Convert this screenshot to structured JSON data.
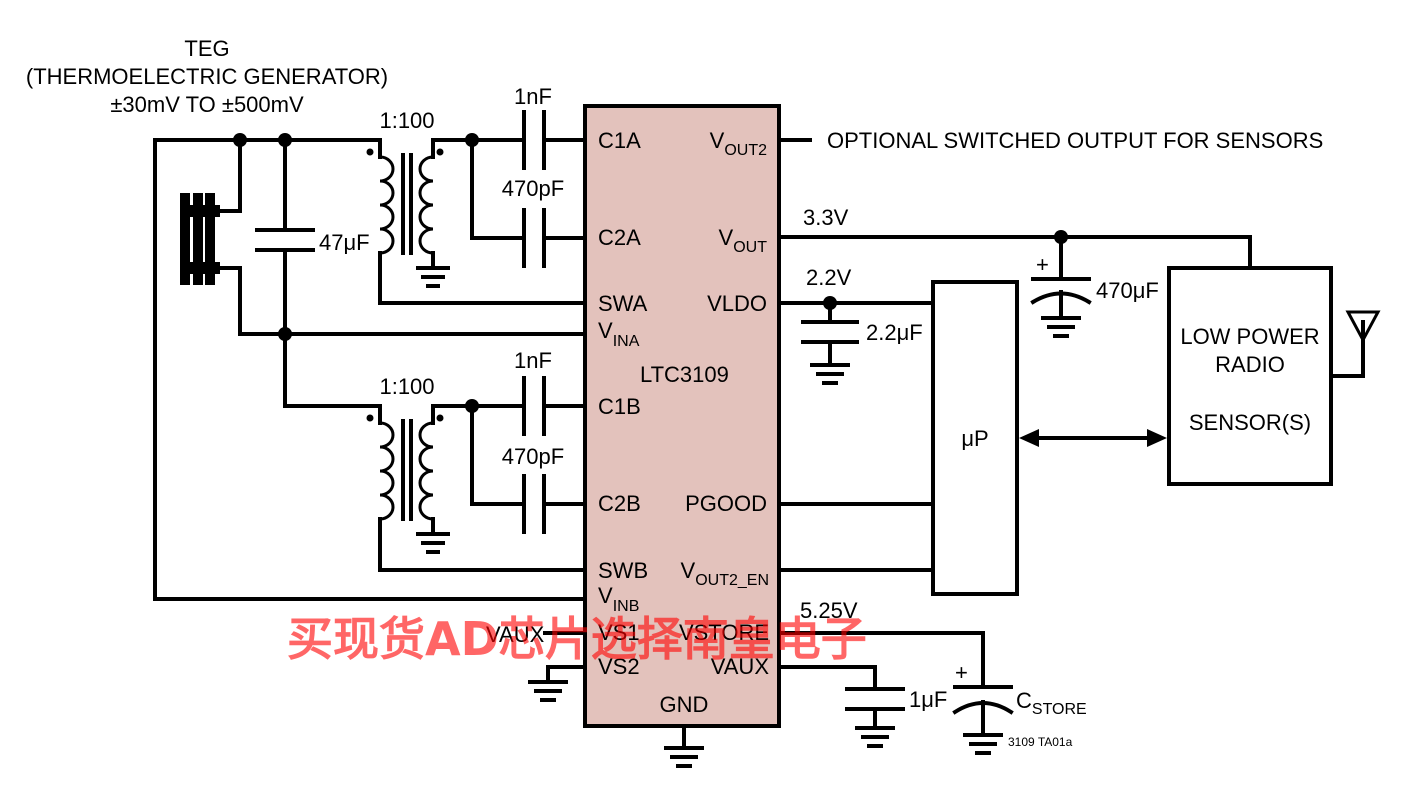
{
  "colors": {
    "chip_fill": "#e3c2bc",
    "watermark": "#ff0000"
  },
  "teg": {
    "title": "TEG",
    "subtitle": "(THERMOELECTRIC GENERATOR)",
    "range": "±30mV TO ±500mV"
  },
  "components": {
    "input_cap": "47μF",
    "xfmr_a_ratio": "1:100",
    "xfmr_b_ratio": "1:100",
    "c1a_cap": "1nF",
    "c2a_cap": "470pF",
    "c1b_cap": "1nF",
    "c2b_cap": "470pF",
    "vout_cap": "470μF",
    "vldo_cap": "2.2μF",
    "vaux_cap": "1μF",
    "cstore_main": "C",
    "cstore_sub": "STORE"
  },
  "chip": {
    "name": "LTC3109",
    "left_pins": {
      "c1a": "C1A",
      "c2a": "C2A",
      "swa": "SWA",
      "vina_main": "V",
      "vina_sub": "INA",
      "c1b": "C1B",
      "c2b": "C2B",
      "swb": "SWB",
      "vinb_main": "V",
      "vinb_sub": "INB",
      "vs1": "VS1",
      "vs2": "VS2"
    },
    "right_pins": {
      "vout2_main": "V",
      "vout2_sub": "OUT2",
      "vout_main": "V",
      "vout_sub": "OUT",
      "vldo": "VLDO",
      "pgood": "PGOOD",
      "vout2en_main": "V",
      "vout2en_sub": "OUT2_EN",
      "vstore": "VSTORE",
      "vaux": "VAUX"
    },
    "bottom_pin": "GND"
  },
  "nets": {
    "vout2_desc": "OPTIONAL SWITCHED OUTPUT FOR SENSORS",
    "vout_voltage": "3.3V",
    "vldo_voltage": "2.2V",
    "vstore_voltage": "5.25V",
    "vaux_label": "VAUX"
  },
  "blocks": {
    "microprocessor": "μP",
    "radio_line1": "LOW POWER",
    "radio_line2": "RADIO",
    "sensor": "SENSOR(S)"
  },
  "figure_id": "3109 TA01a",
  "watermark": "买现货AD芯片选择南皇电子"
}
